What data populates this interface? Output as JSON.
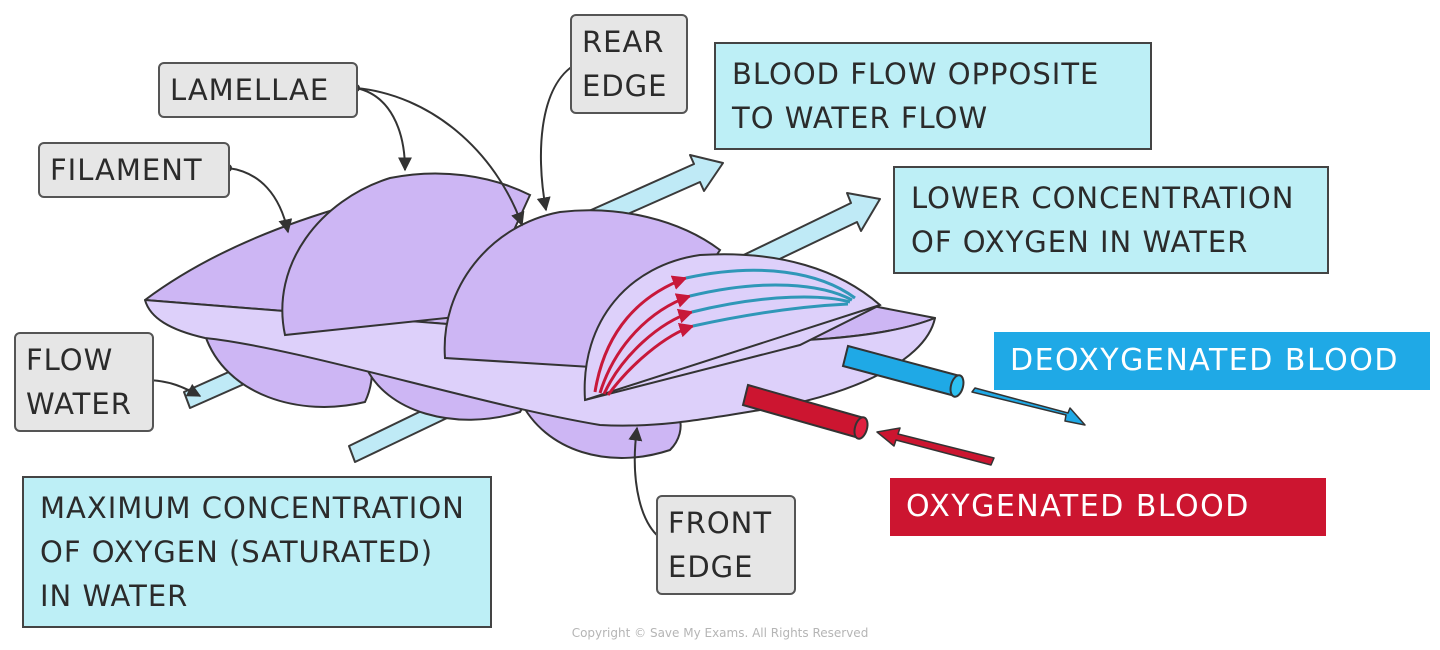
{
  "labels": {
    "lamellae": "LAMELLAE",
    "filament": "FILAMENT",
    "rear_edge": [
      "REAR",
      "EDGE"
    ],
    "flow_water": [
      "FLOW",
      "WATER"
    ],
    "front_edge": [
      "FRONT",
      "EDGE"
    ]
  },
  "boxes": {
    "blood_flow": [
      "BLOOD FLOW OPPOSITE",
      "TO WATER FLOW"
    ],
    "lower_concentration": [
      "LOWER CONCENTRATION",
      "OF OXYGEN IN WATER"
    ],
    "maximum_concentration": [
      "MAXIMUM CONCENTRATION",
      "OF OXYGEN (SATURATED)",
      "IN WATER"
    ]
  },
  "banners": {
    "deoxygenated": "DEOXYGENATED BLOOD",
    "oxygenated": "OXYGENATED BLOOD"
  },
  "copyright": "Copyright © Save My Exams. All Rights Reserved",
  "colors": {
    "lamella_fill": "#cdb6f4",
    "lamella_light": "#ddd0fa",
    "water_arrow": "#bfeaf6",
    "deoxygenated": "#1fa9e6",
    "oxygenated": "#cc1530",
    "label_box": "#bdeff6"
  }
}
